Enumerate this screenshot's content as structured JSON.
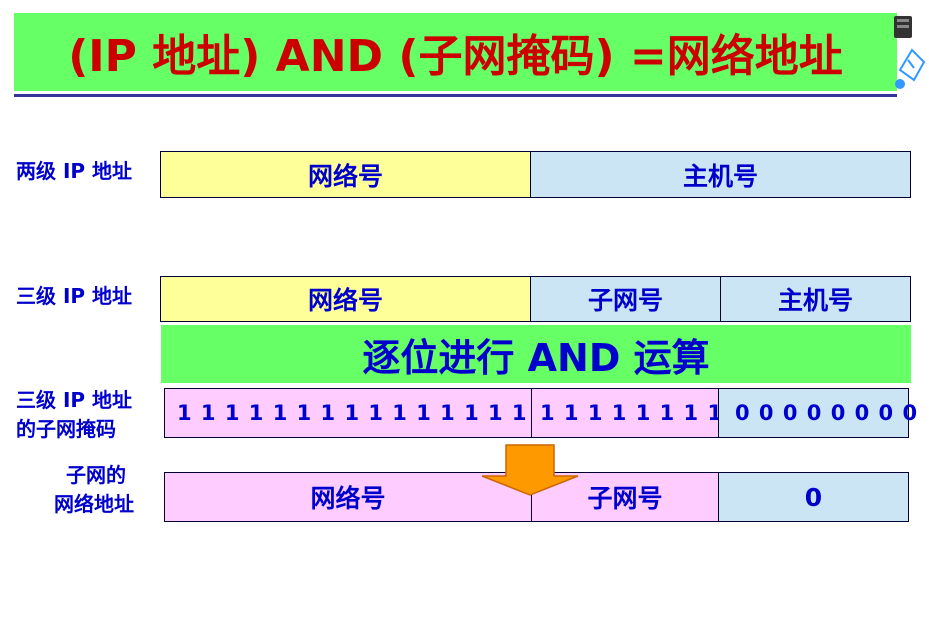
{
  "title": "(IP 地址) AND (子网掩码) =网络地址",
  "row_two_level": {
    "label": "两级 IP 地址",
    "network": "网络号",
    "host": "主机号"
  },
  "row_three_level": {
    "label": "三级 IP 地址",
    "network": "网络号",
    "subnet": "子网号",
    "host": "主机号"
  },
  "and_operation": "逐位进行 AND 运算",
  "row_mask": {
    "label_line1": "三级 IP 地址",
    "label_line2": "的子网掩码",
    "network_bits": "1 1 1 1 1 1 1 1 1 1 1 1 1 1 1 1",
    "subnet_bits": "1 1 1 1 1 1 1 1",
    "host_bits": "0 0 0 0 0 0 0 0"
  },
  "row_result": {
    "label_line1": "子网的",
    "label_line2": "网络地址",
    "network": "网络号",
    "subnet": "子网号",
    "host": "0"
  },
  "colors": {
    "title_bg": "#66ff66",
    "title_text": "#cc0000",
    "label_text": "#0000cc",
    "network_two_three": "#ffff99",
    "host_subnet": "#cce5f5",
    "mask_result": "#ffccff",
    "arrow": "#ff9900"
  }
}
